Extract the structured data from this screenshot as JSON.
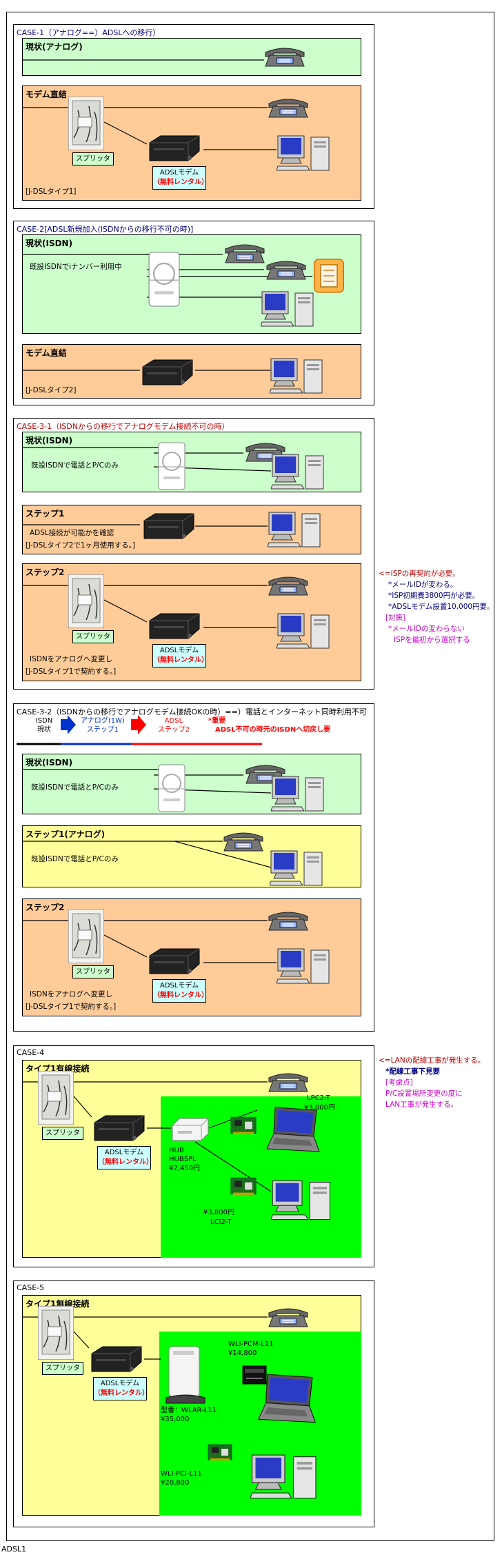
{
  "footer_label": "ADSL1",
  "common": {
    "splitter": "スプリッタ",
    "modem_line1": "ADSLモデム",
    "modem_line2": "（無料レンタル）",
    "line_isdn_phone_pc": "既設ISDNで電話とP/Cのみ",
    "isdn_to_analog": "ISDNをアナログへ変更し",
    "contract_type1": "[J-DSLタイプ1で契約する。]",
    "step1": "ステップ1",
    "step2": "ステップ2"
  },
  "case1": {
    "title": "CASE-1（アナログ==）ADSLへの移行）",
    "current": "現状(アナログ)",
    "modem_direct": "モデム直結",
    "jdsl": "[J-DSLタイプ1]"
  },
  "case2": {
    "title": "CASE-2[ADSL新規加入(ISDNからの移行不可の時)]",
    "current": "現状(ISDN)",
    "isdn_text": "既設ISDNでiナンバー利用中",
    "modem_direct": "モデム直結",
    "jdsl": "[J-DSLタイプ2]"
  },
  "case31": {
    "title": "CASE-3-1（ISDNからの移行でアナログモデム接続不可の時）",
    "current": "現状(ISDN)",
    "step1_text1": "ADSL接続が可能かを確認",
    "step1_text2": "[J-DSLタイプ2で1ヶ月使用する。]"
  },
  "case31_note": {
    "line1": "<=ISPの再契約が必要。",
    "line2": "*メールIDが変わる。",
    "line3": "*ISP初期費3800円が必要。",
    "line4": "*ADSLモデム設置10,000円要。",
    "line5": "[対策]",
    "line6": "*メールIDの変わらない",
    "line7": "ISPを最初から選択する"
  },
  "case32": {
    "title": "CASE-3-2（ISDNからの移行でアナログモデム接続OKの時）==）電話とインターネット同時利用不可",
    "stage1_a": "ISDN",
    "stage1_b": "現状",
    "stage2_a": "アナログ(1W)",
    "stage2_b": "ステップ1",
    "stage3_a": "ADSL",
    "stage3_b": "ステップ2",
    "warn1": "*重要",
    "warn2": "ADSL不可の時元のISDNへ切戻し要",
    "current": "現状(ISDN)",
    "step1_title": "ステップ1(アナログ)"
  },
  "case4": {
    "title": "CASE-4",
    "type_title": "タイプ1有線接続",
    "lpc_name": "LPC2-T",
    "lpc_price": "¥3,000円",
    "hub_a": "HUB",
    "hub_b": "HUB5PL",
    "hub_price": "¥2,450円",
    "lci_price": "¥3,800円",
    "lci_name": "LCI2-T"
  },
  "case4_note": {
    "line1": "<=LANの配線工事が発生する。",
    "line2": "*配線工事下見要",
    "line3": "[考慮点]",
    "line4": "P/C設置場所変更の度に",
    "line5": "LAN工事が発生する。"
  },
  "case5": {
    "title": "CASE-5",
    "type_title": "タイプ1無線接続",
    "pcm_name": "WLI-PCM-L11",
    "pcm_price": "¥14,800",
    "ap_model": "型番：WLAR-L11",
    "ap_price": "¥35,000",
    "pci_name": "WLI-PCI-L11",
    "pci_price": "¥20,800"
  },
  "colors": {
    "green_panel": "#ccffcc",
    "orange_panel": "#ffcc99",
    "yellow_panel": "#ffff99",
    "lan_area": "#00ff00",
    "title_blue": "#000080",
    "title_red": "#c00000"
  }
}
